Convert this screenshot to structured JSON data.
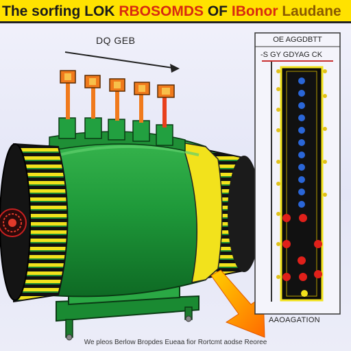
{
  "title": {
    "part1": "The sorfing LOK ",
    "part2": "RBOSOMDS",
    "part3": " OF ",
    "part4": "IBonor",
    "part5": " Laudane"
  },
  "top_caption": "DQ GEB",
  "panel": {
    "label": "OE AGGDBTT",
    "sublabel": "-S GY   GDYAG  CK"
  },
  "panel_bottom_label": "AAOAGATION",
  "bottom_caption": "We pleos Berlow Bropdes Eueaa fior Rortcmt aodse Reoree",
  "colors": {
    "title_bg": "#ffe200",
    "motor_green": "#1f9a3a",
    "stripe_yellow": "#f2e21c",
    "terminal_orange": "#f07a1c",
    "arrow_orange": "#ff7a00",
    "led_blue": "#2a66d8",
    "led_red": "#e0201a"
  }
}
